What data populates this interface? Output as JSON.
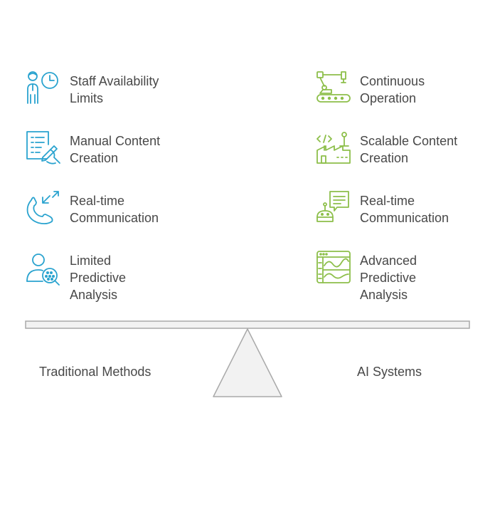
{
  "left": {
    "title": "Traditional Methods",
    "items": [
      {
        "label": "Staff Availability\nLimits",
        "icon": "staff-clock-icon"
      },
      {
        "label": "Manual Content\nCreation",
        "icon": "manual-writing-icon"
      },
      {
        "label": "Real-time\nCommunication",
        "icon": "phone-call-icon"
      },
      {
        "label": "Limited\nPredictive\nAnalysis",
        "icon": "person-search-icon"
      }
    ]
  },
  "right": {
    "title": "AI Systems",
    "items": [
      {
        "label": "Continuous\nOperation",
        "icon": "robot-arm-conveyor-icon"
      },
      {
        "label": "Scalable Content\nCreation",
        "icon": "factory-code-icon"
      },
      {
        "label": "Real-time\nCommunication",
        "icon": "chatbot-icon"
      },
      {
        "label": "Advanced\nPredictive\nAnalysis",
        "icon": "analytics-dashboard-icon"
      }
    ]
  },
  "colors": {
    "left_accent": "#2aa3cf",
    "right_accent": "#8dbf4a",
    "text": "#484848",
    "beam_fill": "#f2f2f2",
    "beam_stroke": "#a9a9a9"
  }
}
